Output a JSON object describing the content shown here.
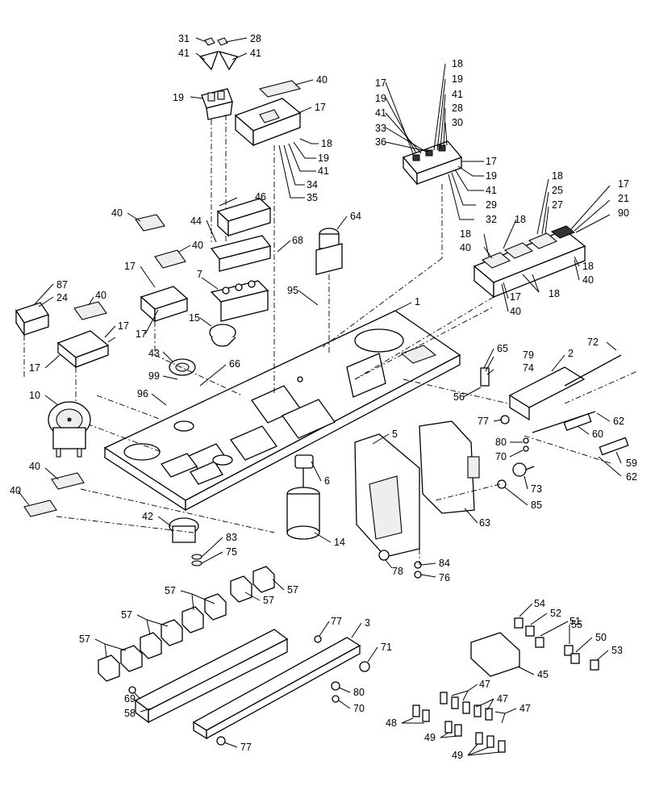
{
  "callouts": [
    {
      "id": "c31",
      "text": "31"
    },
    {
      "id": "c28",
      "text": "28"
    },
    {
      "id": "c41a",
      "text": "41"
    },
    {
      "id": "c41b",
      "text": "41"
    },
    {
      "id": "c40a",
      "text": "40"
    },
    {
      "id": "c19a",
      "text": "19"
    },
    {
      "id": "c17a",
      "text": "17"
    },
    {
      "id": "c18a",
      "text": "18"
    },
    {
      "id": "c19b",
      "text": "19"
    },
    {
      "id": "c41c",
      "text": "41"
    },
    {
      "id": "c34",
      "text": "34"
    },
    {
      "id": "c35",
      "text": "35"
    },
    {
      "id": "c17b",
      "text": "17"
    },
    {
      "id": "c19c",
      "text": "19"
    },
    {
      "id": "c41d",
      "text": "41"
    },
    {
      "id": "c33",
      "text": "33"
    },
    {
      "id": "c36",
      "text": "36"
    },
    {
      "id": "c18b",
      "text": "18"
    },
    {
      "id": "c19d",
      "text": "19"
    },
    {
      "id": "c41e",
      "text": "41"
    },
    {
      "id": "c28b",
      "text": "28"
    },
    {
      "id": "c30",
      "text": "30"
    },
    {
      "id": "c17c",
      "text": "17"
    },
    {
      "id": "c19e",
      "text": "19"
    },
    {
      "id": "c41f",
      "text": "41"
    },
    {
      "id": "c29",
      "text": "29"
    },
    {
      "id": "c32",
      "text": "32"
    },
    {
      "id": "c18c",
      "text": "18"
    },
    {
      "id": "c25",
      "text": "25"
    },
    {
      "id": "c27",
      "text": "27"
    },
    {
      "id": "c17d",
      "text": "17"
    },
    {
      "id": "c21",
      "text": "21"
    },
    {
      "id": "c90",
      "text": "90"
    },
    {
      "id": "c18d",
      "text": "18"
    },
    {
      "id": "c18e",
      "text": "18"
    },
    {
      "id": "c40b",
      "text": "40"
    },
    {
      "id": "c18f",
      "text": "18"
    },
    {
      "id": "c40c",
      "text": "40"
    },
    {
      "id": "c17e",
      "text": "17"
    },
    {
      "id": "c18g",
      "text": "18"
    },
    {
      "id": "c40d",
      "text": "40"
    },
    {
      "id": "c46",
      "text": "46"
    },
    {
      "id": "c44",
      "text": "44"
    },
    {
      "id": "c68",
      "text": "68"
    },
    {
      "id": "c64",
      "text": "64"
    },
    {
      "id": "c40e",
      "text": "40"
    },
    {
      "id": "c40f",
      "text": "40"
    },
    {
      "id": "c17f",
      "text": "17"
    },
    {
      "id": "c7",
      "text": "7"
    },
    {
      "id": "c87",
      "text": "87"
    },
    {
      "id": "c24",
      "text": "24"
    },
    {
      "id": "c40g",
      "text": "40"
    },
    {
      "id": "c17g",
      "text": "17"
    },
    {
      "id": "c17h",
      "text": "17"
    },
    {
      "id": "c17i",
      "text": "17"
    },
    {
      "id": "c95",
      "text": "95"
    },
    {
      "id": "c1",
      "text": "1"
    },
    {
      "id": "c15",
      "text": "15"
    },
    {
      "id": "c43",
      "text": "43"
    },
    {
      "id": "c66",
      "text": "66"
    },
    {
      "id": "c99",
      "text": "99"
    },
    {
      "id": "c96",
      "text": "96"
    },
    {
      "id": "c10",
      "text": "10"
    },
    {
      "id": "c65",
      "text": "65"
    },
    {
      "id": "c79",
      "text": "79"
    },
    {
      "id": "c74",
      "text": "74"
    },
    {
      "id": "c56",
      "text": "56"
    },
    {
      "id": "c2",
      "text": "2"
    },
    {
      "id": "c72",
      "text": "72"
    },
    {
      "id": "c77a",
      "text": "77"
    },
    {
      "id": "c62a",
      "text": "62"
    },
    {
      "id": "c60",
      "text": "60"
    },
    {
      "id": "c80a",
      "text": "80"
    },
    {
      "id": "c70a",
      "text": "70"
    },
    {
      "id": "c59",
      "text": "59"
    },
    {
      "id": "c62b",
      "text": "62"
    },
    {
      "id": "c5",
      "text": "5"
    },
    {
      "id": "c40h",
      "text": "40"
    },
    {
      "id": "c40i",
      "text": "40"
    },
    {
      "id": "c6",
      "text": "6"
    },
    {
      "id": "c73",
      "text": "73"
    },
    {
      "id": "c85",
      "text": "85"
    },
    {
      "id": "c63",
      "text": "63"
    },
    {
      "id": "c42",
      "text": "42"
    },
    {
      "id": "c83",
      "text": "83"
    },
    {
      "id": "c75",
      "text": "75"
    },
    {
      "id": "c14",
      "text": "14"
    },
    {
      "id": "c84",
      "text": "84"
    },
    {
      "id": "c78",
      "text": "78"
    },
    {
      "id": "c76",
      "text": "76"
    },
    {
      "id": "c57a",
      "text": "57"
    },
    {
      "id": "c57b",
      "text": "57"
    },
    {
      "id": "c57c",
      "text": "57"
    },
    {
      "id": "c57d",
      "text": "57"
    },
    {
      "id": "c57e",
      "text": "57"
    },
    {
      "id": "c54",
      "text": "54"
    },
    {
      "id": "c52",
      "text": "52"
    },
    {
      "id": "c51",
      "text": "51"
    },
    {
      "id": "c55",
      "text": "55"
    },
    {
      "id": "c50",
      "text": "50"
    },
    {
      "id": "c53",
      "text": "53"
    },
    {
      "id": "c77b",
      "text": "77"
    },
    {
      "id": "c3",
      "text": "3"
    },
    {
      "id": "c71",
      "text": "71"
    },
    {
      "id": "c45",
      "text": "45"
    },
    {
      "id": "c47a",
      "text": "47"
    },
    {
      "id": "c47b",
      "text": "47"
    },
    {
      "id": "c47c",
      "text": "47"
    },
    {
      "id": "c69",
      "text": "69"
    },
    {
      "id": "c80b",
      "text": "80"
    },
    {
      "id": "c58",
      "text": "58"
    },
    {
      "id": "c70b",
      "text": "70"
    },
    {
      "id": "c48",
      "text": "48"
    },
    {
      "id": "c49a",
      "text": "49"
    },
    {
      "id": "c49b",
      "text": "49"
    },
    {
      "id": "c77c",
      "text": "77"
    }
  ]
}
